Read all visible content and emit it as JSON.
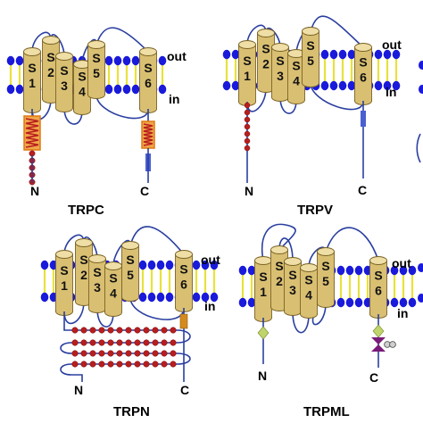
{
  "colors": {
    "lipid_head": "#1a1adb",
    "lipid_tail": "#e8e23a",
    "helix_fill": "#d9bf72",
    "helix_edge": "#7a6326",
    "loop": "#2a3fa0",
    "ankyrin_bead": "#b81e1e",
    "trp_box": "#d06a10",
    "coiled_coil": "#e07812",
    "c_domain_blue": "#4a5fd0",
    "c_domain_orange": "#d58a1c",
    "diamond": "#bfd46a",
    "bowtie": "#7a1a7a"
  },
  "panels": {
    "trpc": {
      "title": "TRPC",
      "out": "out",
      "in": "in",
      "n": "N",
      "c": "C",
      "segments": [
        {
          "top": "S",
          "bottom": "1"
        },
        {
          "top": "S",
          "bottom": "2"
        },
        {
          "top": "S",
          "bottom": "3"
        },
        {
          "top": "S",
          "bottom": "4"
        },
        {
          "top": "S",
          "bottom": "5"
        },
        {
          "top": "S",
          "bottom": "6"
        }
      ]
    },
    "trpv": {
      "title": "TRPV",
      "out": "out",
      "in": "in",
      "n": "N",
      "c": "C",
      "segments": [
        {
          "top": "S",
          "bottom": "1"
        },
        {
          "top": "S",
          "bottom": "2"
        },
        {
          "top": "S",
          "bottom": "3"
        },
        {
          "top": "S",
          "bottom": "4"
        },
        {
          "top": "S",
          "bottom": "5"
        },
        {
          "top": "S",
          "bottom": "6"
        }
      ]
    },
    "trpn": {
      "title": "TRPN",
      "out": "out",
      "in": "in",
      "n": "N",
      "c": "C",
      "segments": [
        {
          "top": "S",
          "bottom": "1"
        },
        {
          "top": "S",
          "bottom": "2"
        },
        {
          "top": "S",
          "bottom": "3"
        },
        {
          "top": "S",
          "bottom": "4"
        },
        {
          "top": "S",
          "bottom": "5"
        },
        {
          "top": "S",
          "bottom": "6"
        }
      ]
    },
    "trpml": {
      "title": "TRPML",
      "out": "out",
      "in": "in",
      "n": "N",
      "c": "C",
      "segments": [
        {
          "top": "S",
          "bottom": "1"
        },
        {
          "top": "S",
          "bottom": "2"
        },
        {
          "top": "S",
          "bottom": "3"
        },
        {
          "top": "S",
          "bottom": "4"
        },
        {
          "top": "S",
          "bottom": "5"
        },
        {
          "top": "S",
          "bottom": "6"
        }
      ]
    }
  }
}
